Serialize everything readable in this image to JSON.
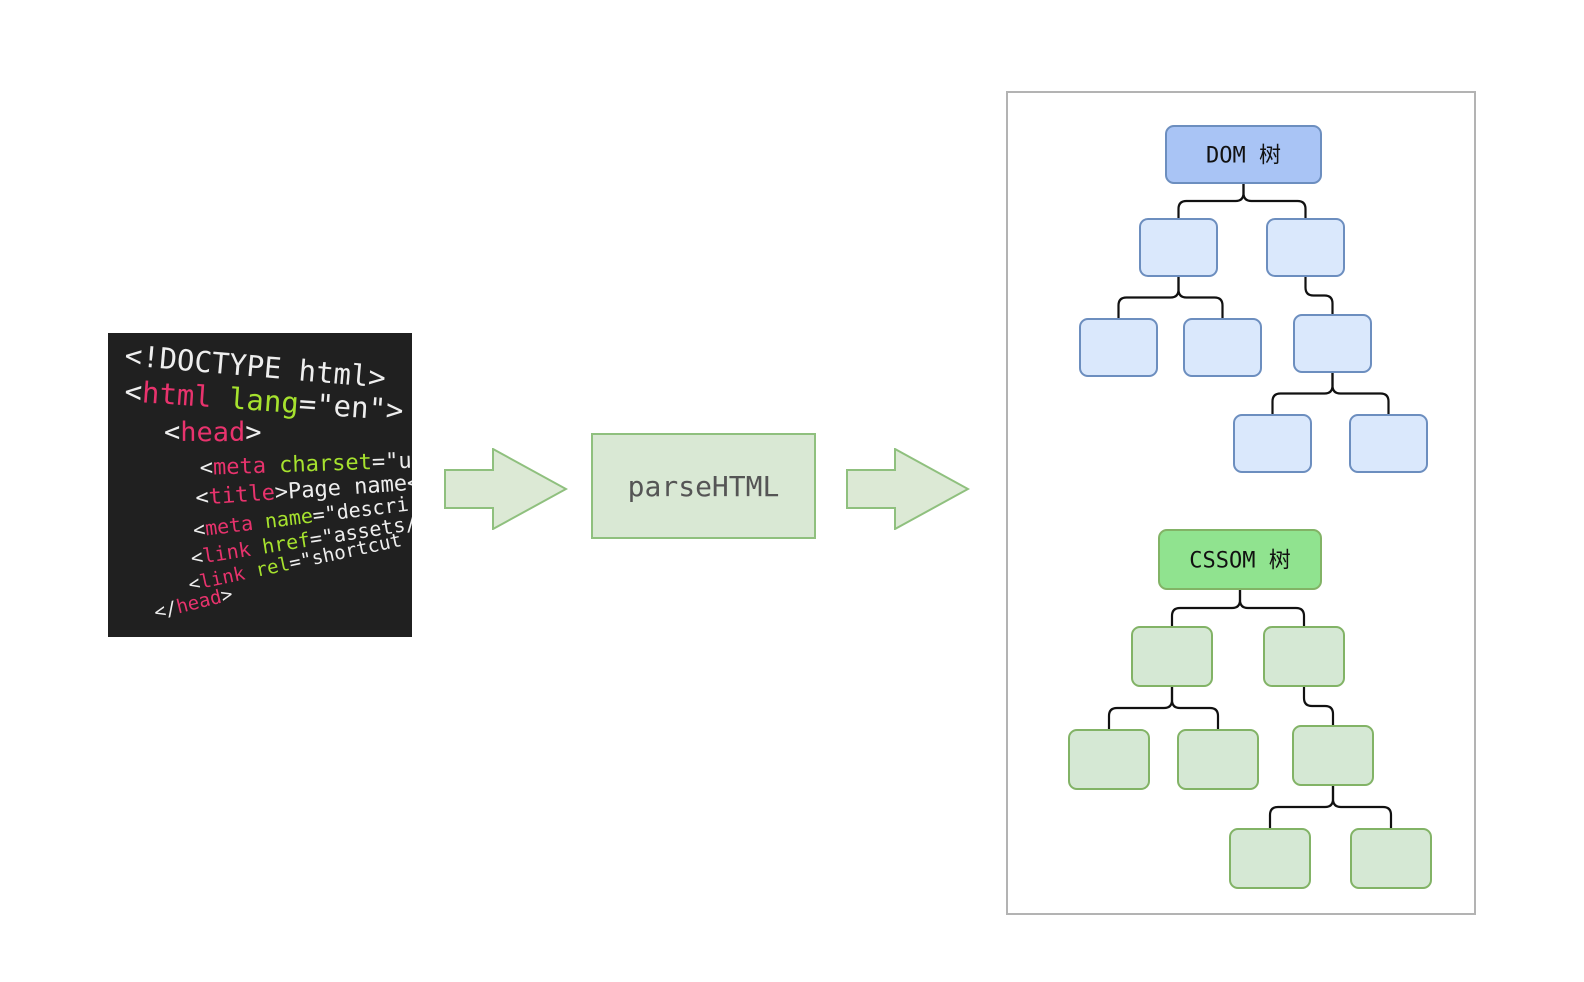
{
  "code_image": {
    "lines": [
      {
        "parts": [
          {
            "t": "<!DOCTYPE html>",
            "c": "#eeeeee"
          }
        ]
      },
      {
        "parts": [
          {
            "t": "<",
            "c": "#eeeeee"
          },
          {
            "t": "html",
            "c": "#e8336d"
          },
          {
            "t": " lang",
            "c": "#a6e22e"
          },
          {
            "t": "=\"en\">",
            "c": "#eeeeee"
          }
        ]
      },
      {
        "parts": [
          {
            "t": "<",
            "c": "#eeeeee"
          },
          {
            "t": "head",
            "c": "#e8336d"
          },
          {
            "t": ">",
            "c": "#eeeeee"
          }
        ]
      },
      {
        "parts": [
          {
            "t": "<",
            "c": "#eeeeee"
          },
          {
            "t": "meta",
            "c": "#e8336d"
          },
          {
            "t": " charset",
            "c": "#a6e22e"
          },
          {
            "t": "=\"ut",
            "c": "#eeeeee"
          }
        ]
      },
      {
        "parts": [
          {
            "t": "<",
            "c": "#eeeeee"
          },
          {
            "t": "title",
            "c": "#e8336d"
          },
          {
            "t": ">Page name</",
            "c": "#eeeeee"
          }
        ]
      },
      {
        "parts": [
          {
            "t": "<",
            "c": "#eeeeee"
          },
          {
            "t": "meta",
            "c": "#e8336d"
          },
          {
            "t": " name",
            "c": "#a6e22e"
          },
          {
            "t": "=\"descri",
            "c": "#eeeeee"
          }
        ]
      },
      {
        "parts": [
          {
            "t": "<",
            "c": "#eeeeee"
          },
          {
            "t": "link",
            "c": "#e8336d"
          },
          {
            "t": " href",
            "c": "#a6e22e"
          },
          {
            "t": "=\"assets/",
            "c": "#eeeeee"
          }
        ]
      },
      {
        "parts": [
          {
            "t": "<",
            "c": "#eeeeee"
          },
          {
            "t": "link",
            "c": "#e8336d"
          },
          {
            "t": " rel",
            "c": "#a6e22e"
          },
          {
            "t": "=\"shortcut",
            "c": "#eeeeee"
          }
        ]
      },
      {
        "parts": [
          {
            "t": "</",
            "c": "#eeeeee"
          },
          {
            "t": "head",
            "c": "#e8336d"
          },
          {
            "t": ">",
            "c": "#eeeeee"
          }
        ]
      }
    ]
  },
  "process": {
    "label": "parseHTML"
  },
  "trees": {
    "dom": {
      "label": "DOM 树"
    },
    "cssom": {
      "label": "CSSOM 树"
    }
  },
  "colors": {
    "arrow_fill": "#dce9d5",
    "arrow_stroke": "#8fc07e",
    "dom_root_fill": "#a9c4f5",
    "dom_root_stroke": "#6c8ebf",
    "dom_node_fill": "#dae8fc",
    "dom_node_stroke": "#6c8ebf",
    "cssom_root_fill": "#90e38f",
    "cssom_root_stroke": "#82b366",
    "cssom_node_fill": "#d5e8d4",
    "cssom_node_stroke": "#82b366",
    "connector": "#111111"
  }
}
